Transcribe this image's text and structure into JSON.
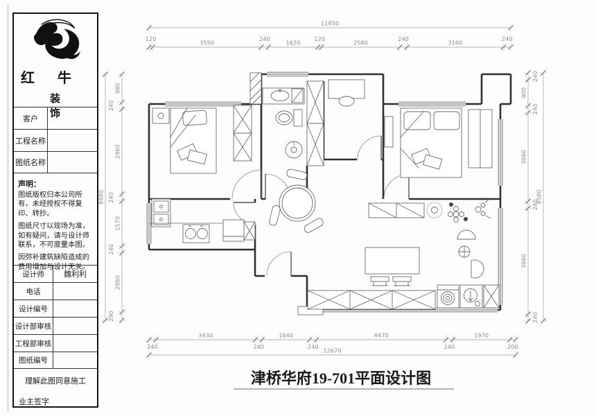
{
  "title_block": {
    "company_name_1": "红 牛",
    "company_name_2": "装 饰",
    "logo_icon": "bull-swoosh-logo",
    "fields_top": [
      {
        "label": "客户",
        "value": ""
      },
      {
        "label": "工程名称",
        "value": ""
      },
      {
        "label": "图纸名称",
        "value": ""
      }
    ],
    "disclaimer": {
      "heading": "声明：",
      "paragraphs": [
        "图纸版权归本公司所有，未经授权不得复印、转抄。",
        "图纸尺寸以现场为准，如有疑问，请与设计师联系，不可度量本图。",
        "因弥补建筑缺陷造成的费用增加与设计无关。"
      ]
    },
    "fields_bottom": [
      {
        "label": "设计师",
        "value": "魏利利"
      },
      {
        "label": "电话",
        "value": ""
      },
      {
        "label": "设计编号",
        "value": ""
      },
      {
        "label": "设计部审核",
        "value": ""
      },
      {
        "label": "工程部审核",
        "value": ""
      },
      {
        "label": "图纸编号",
        "value": ""
      }
    ],
    "agreement": "理解此图同意施工",
    "signature_label": "业主签字"
  },
  "plan": {
    "title": "津桥华府19-701平面设计图",
    "dimensions": {
      "top_overall": "11850",
      "top_segments": [
        "120",
        "3550",
        "240",
        "1620",
        "120",
        "2560",
        "240",
        "3160",
        "240"
      ],
      "bottom_segments": [
        "240",
        "3430",
        "240",
        "1640",
        "240",
        "4470",
        "240",
        "1970",
        "200"
      ],
      "bottom_overall": "12670",
      "left_overall": "8580",
      "left_segments": [
        "980",
        "240",
        "2960",
        "240",
        "1570",
        "240",
        "2060",
        "290"
      ],
      "right_segments": [
        "240",
        "900",
        "240",
        "3060",
        "240",
        "3660",
        "240"
      ],
      "right_overall": "8580"
    },
    "colors": {
      "wall": "#2f2f2f",
      "furniture": "#6a6a6a",
      "dimension": "#8a8a8a"
    }
  }
}
